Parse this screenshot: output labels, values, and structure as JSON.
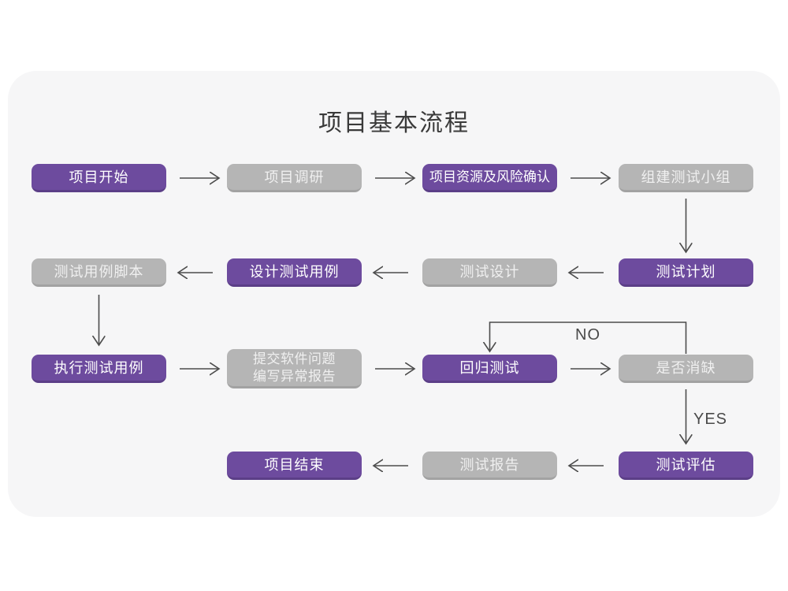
{
  "title": "项目基本流程",
  "colors": {
    "page_background": "#ffffff",
    "card_background": "#f6f6f7",
    "node_purple": "#6d4b9e",
    "node_purple_edge": "#5b3e87",
    "node_gray": "#b5b5b5",
    "node_gray_edge": "#a2a2a2",
    "arrow": "#4c4c4c",
    "title_text": "#3a3a3a"
  },
  "flow": {
    "nodes": [
      {
        "label": "项目开始",
        "variant": "purple"
      },
      {
        "label": "项目调研",
        "variant": "gray"
      },
      {
        "label": "项目资源及风险确认",
        "variant": "purple"
      },
      {
        "label": "组建测试小组",
        "variant": "gray"
      },
      {
        "label": "测试用例脚本",
        "variant": "gray"
      },
      {
        "label": "设计测试用例",
        "variant": "purple"
      },
      {
        "label": "测试设计",
        "variant": "gray"
      },
      {
        "label": "测试计划",
        "variant": "purple"
      },
      {
        "label": "执行测试用例",
        "variant": "purple"
      },
      {
        "label": "提交软件问题\n编写异常报告",
        "variant": "gray"
      },
      {
        "label": "回归测试",
        "variant": "purple"
      },
      {
        "label": "是否消缺",
        "variant": "gray"
      },
      {
        "label": "项目结束",
        "variant": "purple"
      },
      {
        "label": "测试报告",
        "variant": "gray"
      },
      {
        "label": "测试评估",
        "variant": "purple"
      }
    ],
    "edge_labels": {
      "no": "NO",
      "yes": "YES"
    }
  }
}
